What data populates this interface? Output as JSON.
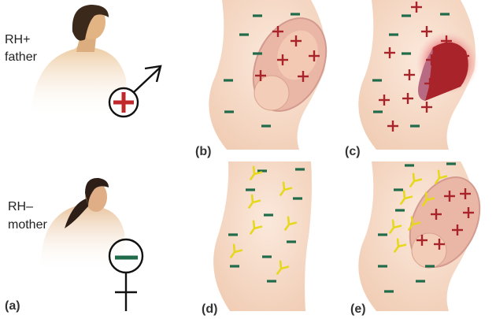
{
  "title": "Rh factor incompatibility in pregnancy",
  "labels": {
    "father_line1": "RH+",
    "father_line2": "father",
    "mother_line1": "RH–",
    "mother_line2": "mother",
    "panel_a": "(a)",
    "panel_b": "(b)",
    "panel_c": "(c)",
    "panel_d": "(d)",
    "panel_e": "(e)"
  },
  "colors": {
    "rh_positive": "#a8242a",
    "rh_negative": "#1f6b4a",
    "antibody": "#e6d81e",
    "skin": "#f6dcc8"
  },
  "icons": [
    "male-symbol-icon",
    "female-symbol-icon",
    "plus-antigen-icon",
    "minus-antigen-icon",
    "antibody-icon"
  ]
}
